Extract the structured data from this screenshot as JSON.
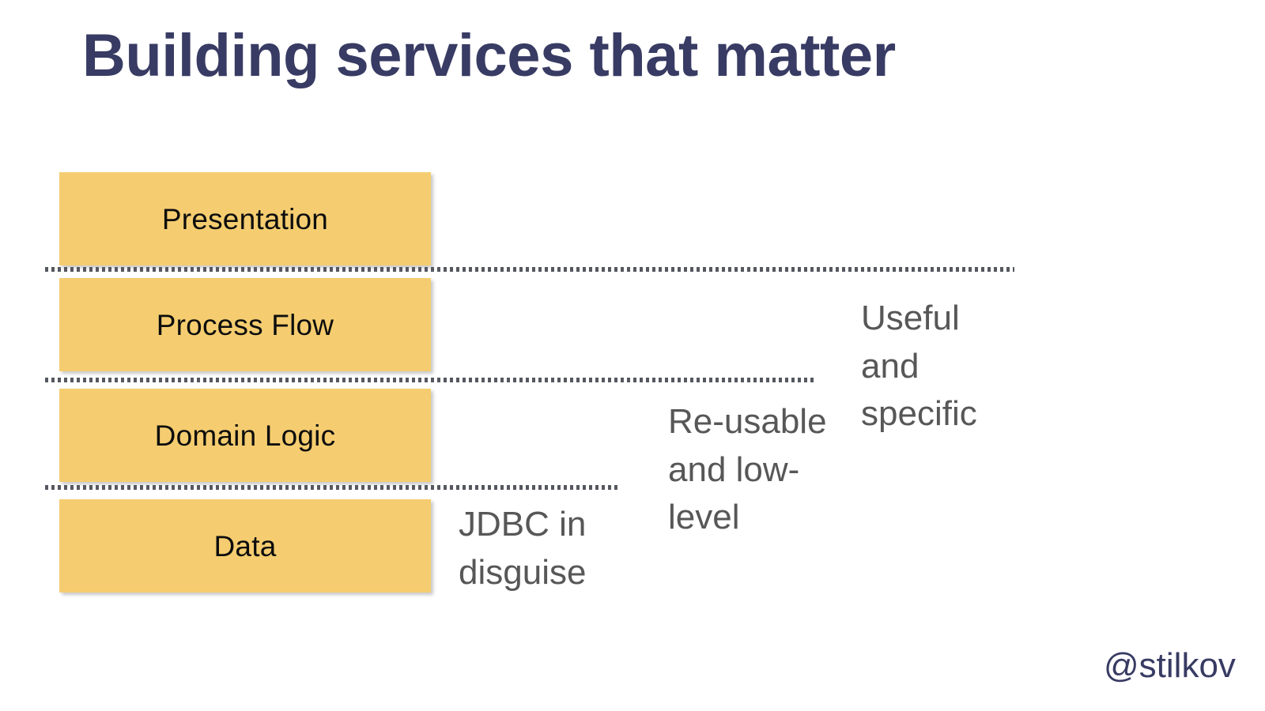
{
  "slide": {
    "title": "Building services that matter",
    "background_color": "#ffffff",
    "title_color": "#383b63",
    "box_color": "#f5cd70",
    "box_text_color": "#0d0d0d",
    "annotation_color": "#575757",
    "divider_color": "#55585f"
  },
  "layers": [
    {
      "label": "Presentation"
    },
    {
      "label": "Process Flow"
    },
    {
      "label": "Domain Logic"
    },
    {
      "label": "Data"
    }
  ],
  "dividers": [
    {
      "name": "divider-above-process-flow"
    },
    {
      "name": "divider-above-domain-logic"
    },
    {
      "name": "divider-above-data"
    }
  ],
  "annotations": [
    {
      "text": "JDBC in disguise"
    },
    {
      "text": "Re-usable and low-level"
    },
    {
      "text": "Useful and specific"
    }
  ],
  "footer": {
    "handle": "@stilkov"
  }
}
